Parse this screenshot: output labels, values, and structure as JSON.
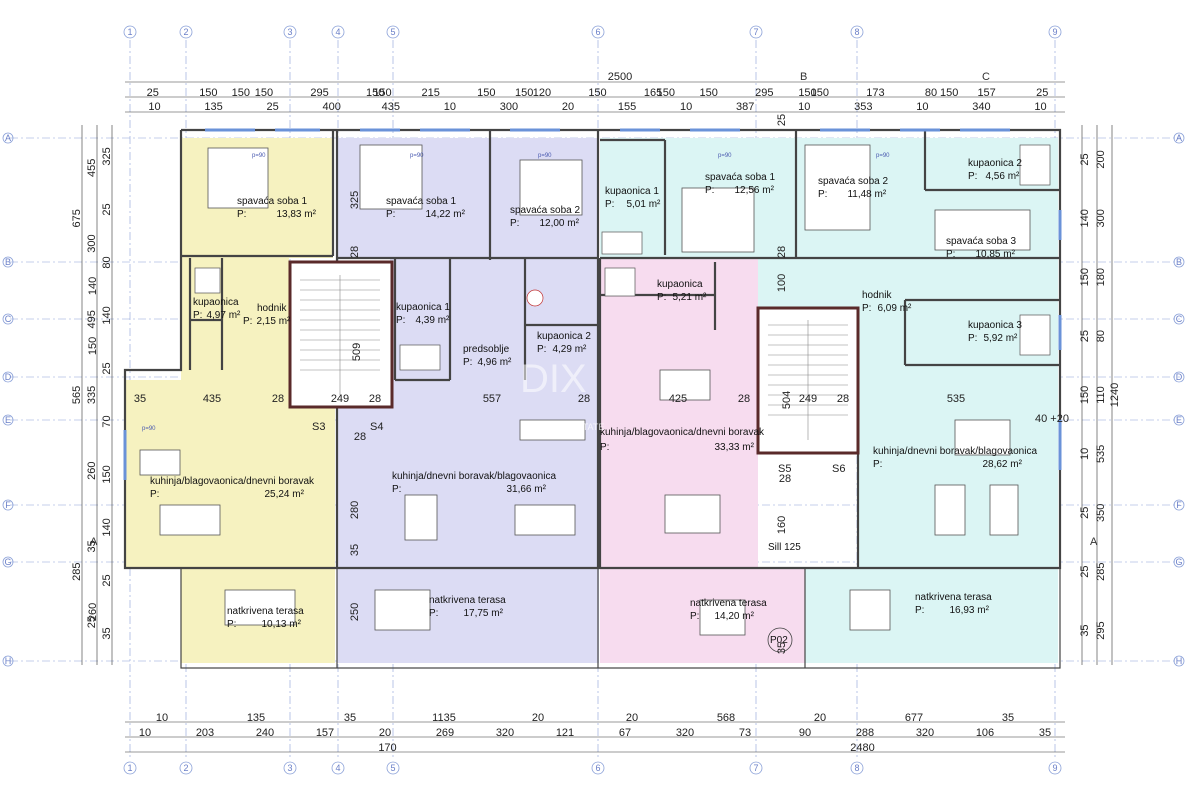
{
  "colors": {
    "apartment_1": "#f6f2c0",
    "apartment_2": "#dcdcf4",
    "apartment_3": "#f7dcef",
    "apartment_4": "#dbf5f4",
    "wall": "#444444",
    "grid": "#8aa0d8",
    "window": "#9ab7e6"
  },
  "axes": {
    "top": [
      "1",
      "2",
      "3",
      "4",
      "5",
      "6",
      "7",
      "8",
      "9"
    ],
    "left": [
      "A",
      "B",
      "C",
      "D",
      "E",
      "F",
      "G",
      "H"
    ]
  },
  "rooms": [
    {
      "name": "spavaća soba 1",
      "area": "13,83 m²"
    },
    {
      "name": "spavaća soba 1",
      "area": "14,22 m²"
    },
    {
      "name": "spavaća soba 2",
      "area": "12,00 m²"
    },
    {
      "name": "kupaonica 1",
      "area": "5,01 m²"
    },
    {
      "name": "spavaća soba 1",
      "area": "12,56 m²"
    },
    {
      "name": "spavaća soba 2",
      "area": "11,48 m²"
    },
    {
      "name": "kupaonica 2",
      "area": "4,56 m²"
    },
    {
      "name": "spavaća soba 3",
      "area": "10,85 m²"
    },
    {
      "name": "kupaonica",
      "area": "4,97 m²"
    },
    {
      "name": "hodnik",
      "area": "2,15 m²"
    },
    {
      "name": "kupaonica 1",
      "area": "4,39 m²"
    },
    {
      "name": "predsoblje",
      "area": "4,96 m²"
    },
    {
      "name": "kupaonica 2",
      "area": "4,29 m²"
    },
    {
      "name": "kupaonica",
      "area": "5,21 m²"
    },
    {
      "name": "hodnik",
      "area": "6,09 m²"
    },
    {
      "name": "kupaonica 3",
      "area": "5,92 m²"
    },
    {
      "name": "kuhinja/blagovaonica/dnevni boravak",
      "area": "25,24 m²"
    },
    {
      "name": "kuhinja/dnevni boravak/blagovaonica",
      "area": "31,66 m²"
    },
    {
      "name": "kuhinja/blagovaonica/dnevni boravak",
      "area": "33,33 m²"
    },
    {
      "name": "kuhinja/dnevni boravak/blagovaonica",
      "area": "28,62 m²"
    },
    {
      "name": "natkrivena terasa",
      "area": "10,13 m²"
    },
    {
      "name": "natkrivena terasa",
      "area": "17,75 m²"
    },
    {
      "name": "natkrivena terasa",
      "area": "14,20 m²"
    },
    {
      "name": "natkrivena terasa",
      "area": "16,93 m²"
    }
  ],
  "area_prefix": "P:",
  "dims": {
    "top_total": "2500",
    "top_row1": [
      "150",
      "150",
      "150",
      "150",
      "150",
      "150"
    ],
    "top_row2": [
      "25",
      "150",
      "150",
      "295",
      "150",
      "215",
      "150",
      "120",
      "150",
      "165",
      "150",
      "295",
      "150",
      "173",
      "80",
      "157",
      "25"
    ],
    "top_row3": [
      "10",
      "135",
      "25",
      "400",
      "435",
      "10",
      "300",
      "20",
      "155",
      "10",
      "387",
      "10",
      "353",
      "10",
      "340",
      "10"
    ],
    "bottom_row1": [
      "10",
      "135",
      "35",
      "1135",
      "20",
      "20",
      "568",
      "20",
      "677",
      "35"
    ],
    "bottom_row2": [
      "10",
      "203",
      "240",
      "157",
      "20",
      "269",
      "320",
      "121",
      "67",
      "320",
      "73",
      "90",
      "288",
      "320",
      "106",
      "35"
    ],
    "bottom_row3": [
      "170",
      "2480"
    ],
    "left": [
      "675",
      "565",
      "285",
      "455",
      "300",
      "495",
      "335",
      "260",
      "35",
      "25",
      "325",
      "25",
      "80",
      "140",
      "25",
      "70",
      "150",
      "140",
      "25",
      "35"
    ],
    "right": [
      "1240",
      "200",
      "300",
      "180",
      "80",
      "110",
      "535",
      "350",
      "285",
      "295",
      "25",
      "140",
      "150",
      "25",
      "150",
      "10",
      "25",
      "25",
      "35"
    ],
    "interior": [
      "35",
      "435",
      "28",
      "249",
      "28",
      "557",
      "28",
      "425",
      "28",
      "249",
      "28",
      "535",
      "509",
      "504",
      "28",
      "28",
      "280",
      "35",
      "160",
      "28",
      "325",
      "28",
      "100",
      "25",
      "35",
      "250",
      "260",
      "150",
      "140",
      "40 +20"
    ]
  },
  "stairs": [
    "S3",
    "S4",
    "S5",
    "S6"
  ],
  "labels": {
    "sill": "Sill 125",
    "p02": "P02",
    "section_a": "A",
    "section_b": "B",
    "section_c": "C",
    "watermark": "DIX",
    "watermark_sub": "REAL ESTATE"
  },
  "window_notes": [
    "p=90",
    "p=90",
    "p=90",
    "p=90",
    "p=90",
    "p=90"
  ]
}
